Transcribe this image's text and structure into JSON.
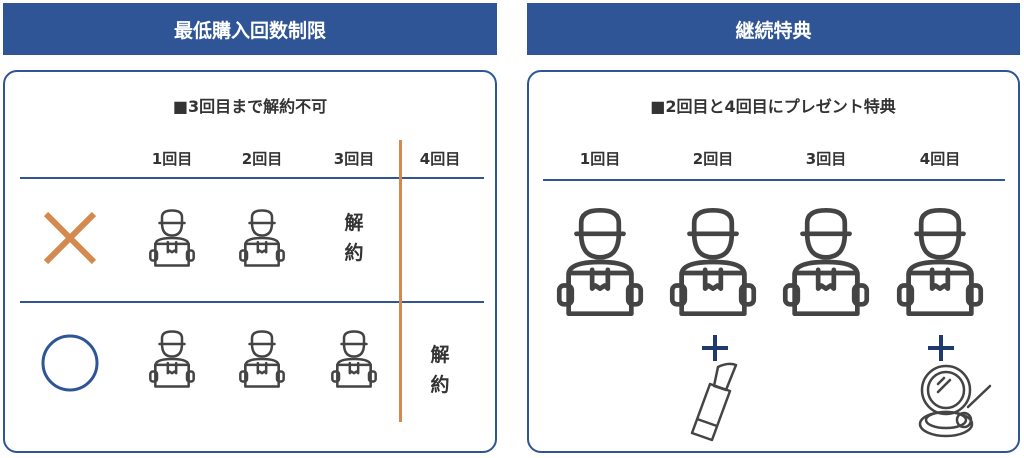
{
  "left": {
    "header": "最低購入回数制限",
    "title": "■3回目まで解約不可",
    "columns": [
      "1回目",
      "2回目",
      "3回目",
      "4回目"
    ],
    "row_x_label": "解約",
    "row_o_label": "解約"
  },
  "right": {
    "header": "継続特典",
    "title": "■2回目と4回目にプレゼント特典",
    "columns": [
      "1回目",
      "2回目",
      "3回目",
      "4回目"
    ]
  },
  "colors": {
    "blue": "#2f5597",
    "orange": "#d48a4e",
    "icon": "#444444"
  }
}
